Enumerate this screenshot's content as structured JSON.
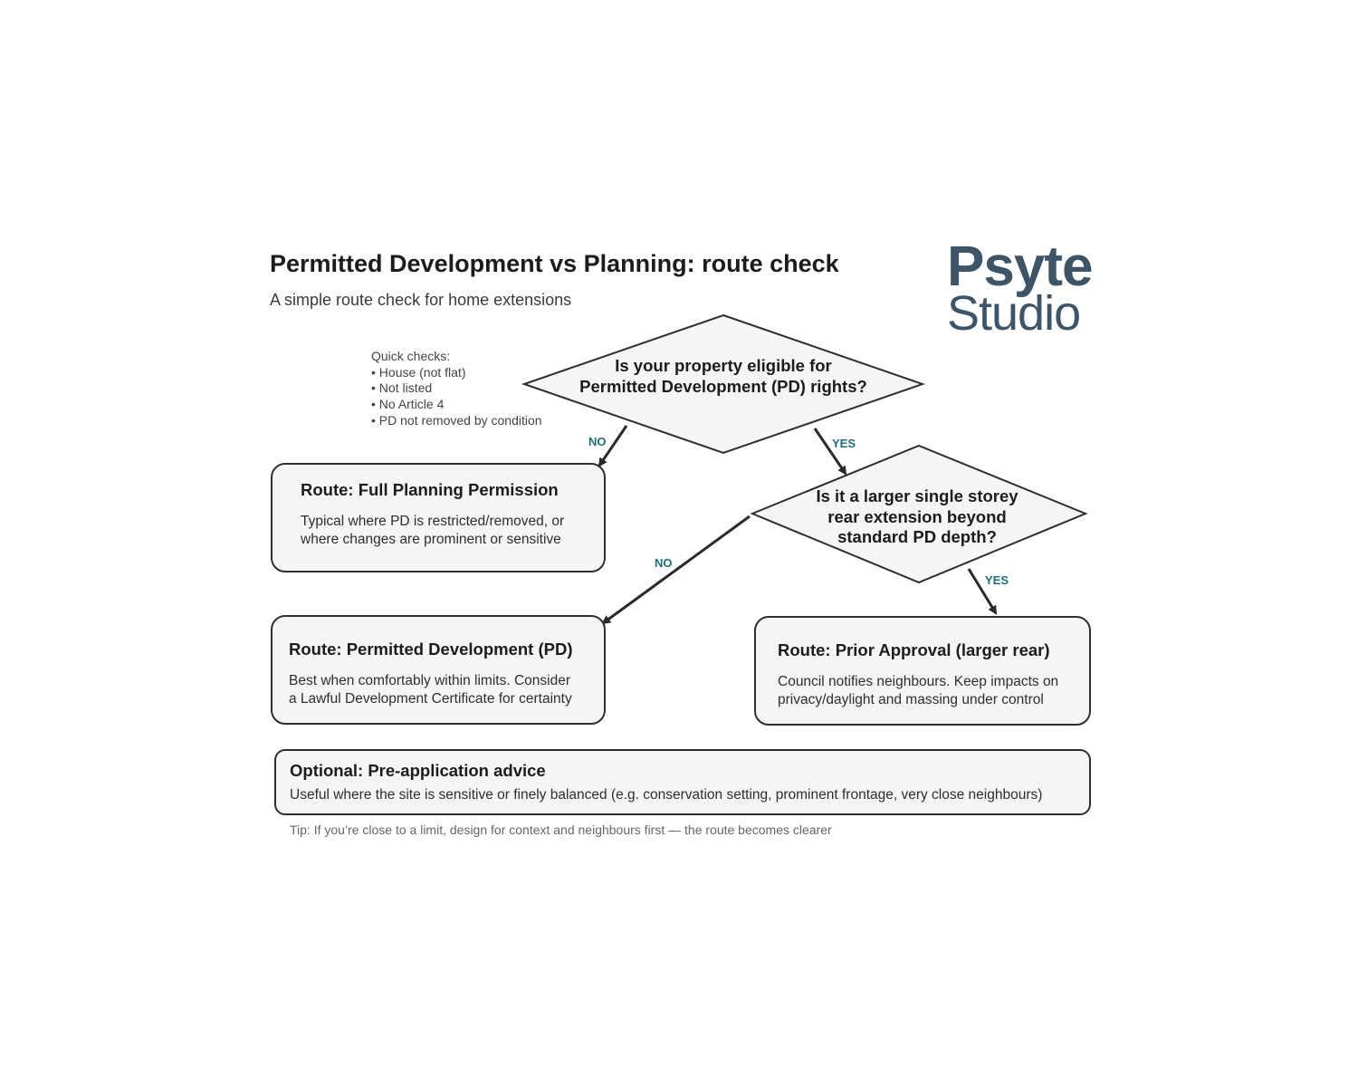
{
  "header": {
    "title": "Permitted Development vs Planning: route check",
    "subtitle": "A simple route check for home extensions"
  },
  "logo": {
    "line1": "Psyte",
    "line2": "Studio",
    "color": "#3d5567"
  },
  "quick_checks": {
    "heading": "Quick checks:",
    "items": [
      "• House (not flat)",
      "• Not listed",
      "• No Article 4",
      "• PD not removed by condition"
    ]
  },
  "decisions": {
    "eligible": {
      "line1": "Is your property eligible for",
      "line2": "Permitted Development (PD) rights?"
    },
    "larger_rear": {
      "line1": "Is it a larger single storey",
      "line2": "rear extension beyond",
      "line3": "standard PD depth?"
    }
  },
  "edges": {
    "eligible_no": "NO",
    "eligible_yes": "YES",
    "larger_no": "NO",
    "larger_yes": "YES",
    "label_color": "#1f6e74"
  },
  "routes": {
    "full_planning": {
      "title": "Route: Full Planning Permission",
      "line1": "Typical where PD is restricted/removed, or",
      "line2": "where changes are prominent or sensitive"
    },
    "permitted_development": {
      "title": "Route: Permitted Development (PD)",
      "line1": "Best when comfortably within limits. Consider",
      "line2": "a Lawful Development Certificate for certainty"
    },
    "prior_approval": {
      "title": "Route: Prior Approval (larger rear)",
      "line1": "Council notifies neighbours. Keep impacts on",
      "line2": "privacy/daylight and massing under control"
    },
    "pre_application": {
      "title": "Optional: Pre-application advice",
      "text": "Useful where the site is sensitive or finely balanced (e.g. conservation setting, prominent frontage, very close neighbours)"
    }
  },
  "tip": "Tip: If you’re close to a limit, design for context and neighbours first — the route becomes clearer"
}
